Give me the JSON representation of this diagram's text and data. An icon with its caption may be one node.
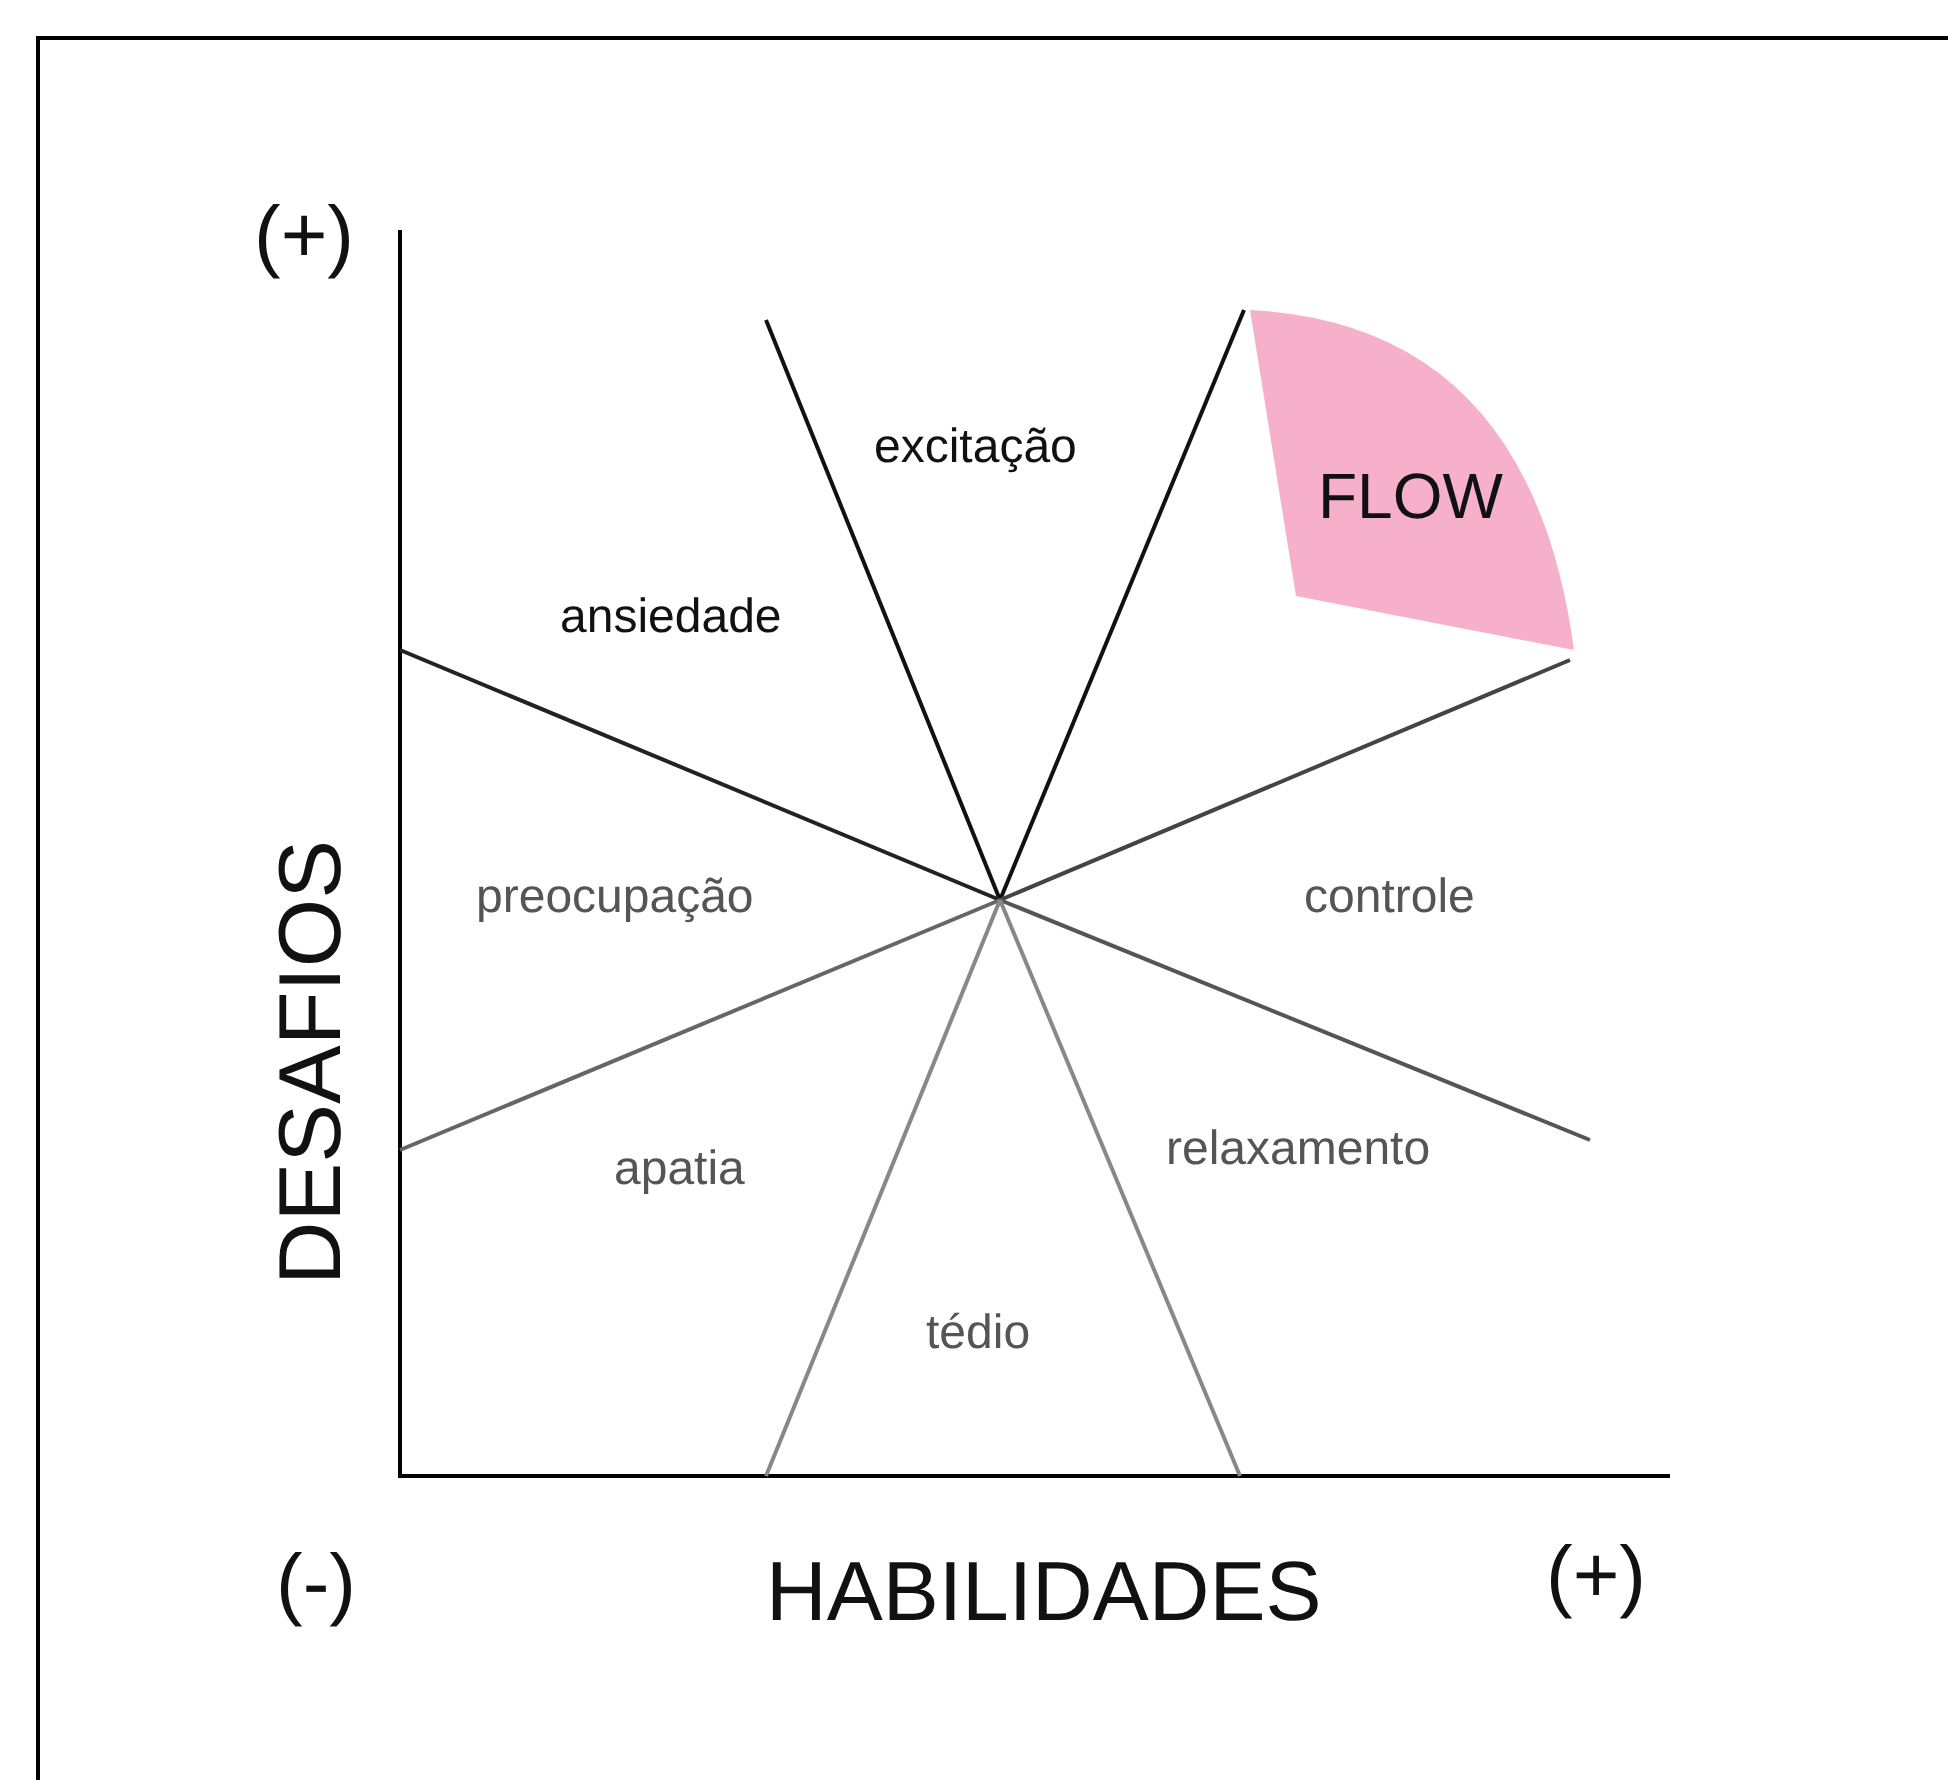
{
  "diagram": {
    "nodes": [
      {
        "text": [
          "FLOW"
        ]
      }
    ],
    "labels": [
      "(+)",
      "excitação",
      "ansiedade",
      "DESAFIOS",
      "preocupação",
      "controle",
      "apatia",
      "relaxamento",
      "tédio",
      "(-)",
      "HABILIDADES",
      "(+)"
    ]
  }
}
